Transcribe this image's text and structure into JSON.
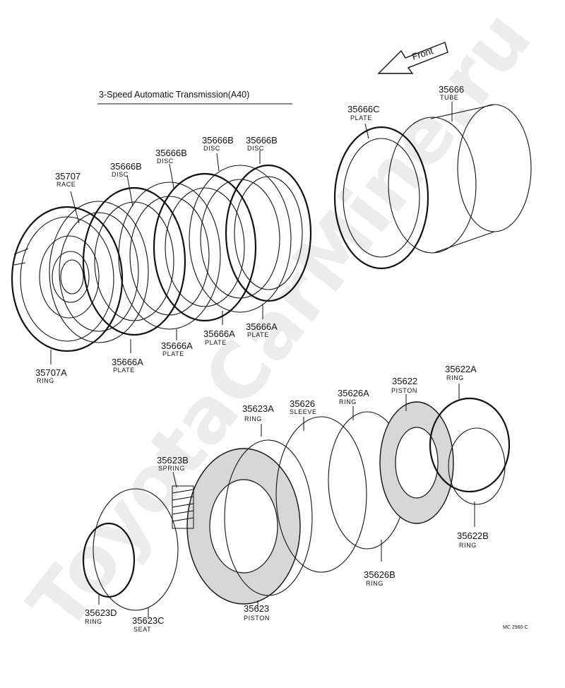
{
  "title": "3-Speed Automatic Transmission(A40)",
  "front_label": "Front",
  "watermark": "ToyotaCarMine.ru",
  "diagram_code": "MC 2560-C",
  "parts": [
    {
      "id": "p35707",
      "number": "35707",
      "name": "RACE"
    },
    {
      "id": "p35666B_1",
      "number": "35666B",
      "name": "DISC"
    },
    {
      "id": "p35666B_2",
      "number": "35666B",
      "name": "DISC"
    },
    {
      "id": "p35666B_3",
      "number": "35666B",
      "name": "DISC"
    },
    {
      "id": "p35666B_4",
      "number": "35666B",
      "name": "DISC"
    },
    {
      "id": "p35666C",
      "number": "35666C",
      "name": "PLATE"
    },
    {
      "id": "p35666",
      "number": "35666",
      "name": "TUBE"
    },
    {
      "id": "p35707A",
      "number": "35707A",
      "name": "RING"
    },
    {
      "id": "p35666A_1",
      "number": "35666A",
      "name": "PLATE"
    },
    {
      "id": "p35666A_2",
      "number": "35666A",
      "name": "PLATE"
    },
    {
      "id": "p35666A_3",
      "number": "35666A",
      "name": "PLATE"
    },
    {
      "id": "p35666A_4",
      "number": "35666A",
      "name": "PLATE"
    },
    {
      "id": "p35623B",
      "number": "35623B",
      "name": "SPRING"
    },
    {
      "id": "p35623A",
      "number": "35623A",
      "name": "RING"
    },
    {
      "id": "p35626",
      "number": "35626",
      "name": "SLEEVE"
    },
    {
      "id": "p35626A",
      "number": "35626A",
      "name": "RING"
    },
    {
      "id": "p35622",
      "number": "35622",
      "name": "PISTON"
    },
    {
      "id": "p35622A",
      "number": "35622A",
      "name": "RING"
    },
    {
      "id": "p35622B",
      "number": "35622B",
      "name": "RING"
    },
    {
      "id": "p35626B",
      "number": "35626B",
      "name": "RING"
    },
    {
      "id": "p35623",
      "number": "35623",
      "name": "PISTON"
    },
    {
      "id": "p35623D",
      "number": "35623D",
      "name": "RING"
    },
    {
      "id": "p35623C",
      "number": "35623C",
      "name": "SEAT"
    }
  ]
}
